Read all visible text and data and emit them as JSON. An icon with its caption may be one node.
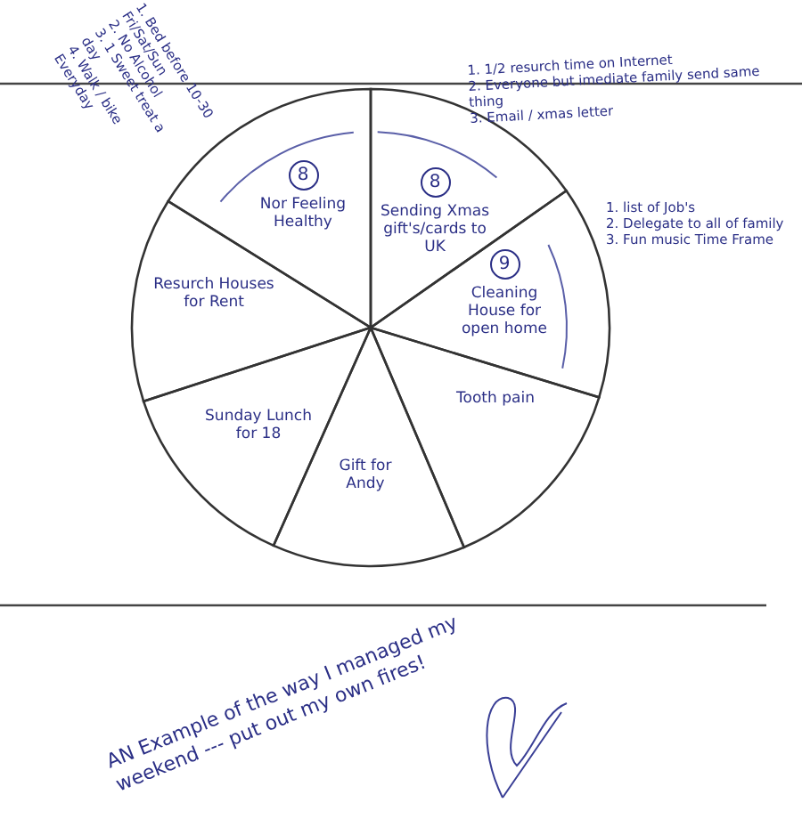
{
  "diagram": {
    "caption": "AN Example of the way I managed my weekend --- put out my own fires!",
    "nodes": [
      {
        "text": [
          "8",
          "Nor Feeling Healthy"
        ],
        "beside": [
          "1. Bed before 10-30 Fri/Sat/Sun",
          "2. No Alcohol",
          "3. 1 Sweet treat a day",
          "4. Walk / bike Everyday"
        ]
      },
      {
        "text": [
          "8",
          "Sending Xmas gift's/cards to UK"
        ],
        "beside": [
          "1. 1/2 resurch time on Internet",
          "2. Everyone but imediate family send same thing",
          "3. Email / xmas letter"
        ]
      },
      {
        "text": [
          "Resurch Houses for Rent"
        ]
      },
      {
        "text": [
          "9",
          "Cleaning House for open home"
        ],
        "beside": [
          "1. list of Job's",
          "2. Delegate to all of family",
          "3. Fun music Time Frame"
        ]
      },
      {
        "text": [
          "Sunday Lunch for 18"
        ]
      },
      {
        "text": [
          "Tooth pain"
        ]
      },
      {
        "text": [
          "Gift for Andy"
        ]
      }
    ]
  }
}
